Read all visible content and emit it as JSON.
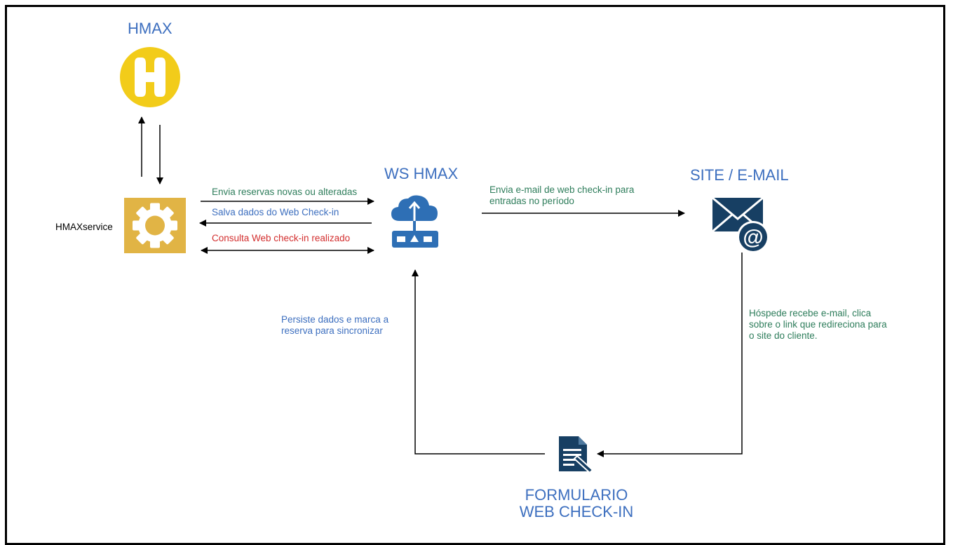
{
  "nodes": {
    "hmax": {
      "title": "HMAX"
    },
    "hmaxservice": {
      "label": "HMAXservice"
    },
    "ws_hmax": {
      "title": "WS HMAX"
    },
    "site_email": {
      "title": "SITE / E-MAIL"
    },
    "formulario": {
      "title_line1": "FORMULARIO",
      "title_line2": "WEB CHECK-IN"
    }
  },
  "edges": {
    "envia_reservas": "Envia reservas novas ou alteradas",
    "salva_dados": "Salva dados do Web Check-in",
    "consulta_web": "Consulta Web check-in realizado",
    "envia_email_line1": "Envia e-mail de web check-in para",
    "envia_email_line2": "entradas no período",
    "persiste_line1": "Persiste dados e marca a",
    "persiste_line2": "reserva para sincronizar",
    "hospede_line1": "Hóspede recebe e-mail, clica",
    "hospede_line2": "sobre o link que redireciona para",
    "hospede_line3": "o site do cliente."
  },
  "colors": {
    "title_blue": "#3d6fbf",
    "green_text": "#2e7d5b",
    "blue_text": "#3d6fbf",
    "red_text": "#d32f2f",
    "hmax_yellow": "#f2cc1a",
    "service_gold": "#e1b445",
    "cloud_blue": "#2e6fb5",
    "navy_icon": "#173f63"
  }
}
